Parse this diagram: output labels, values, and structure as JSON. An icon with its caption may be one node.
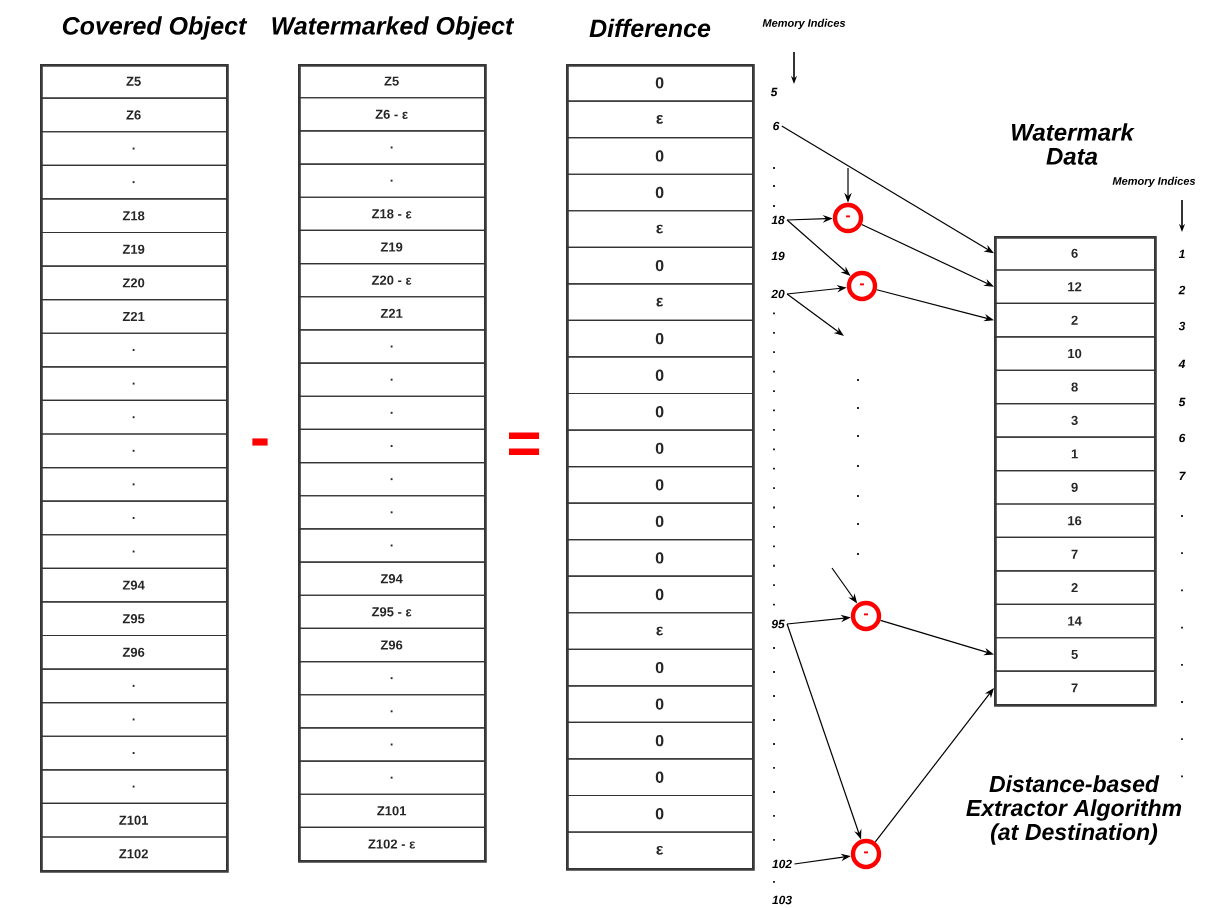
{
  "diagram": {
    "nodes": [
      {
        "text": [
          "Covered Object"
        ]
      },
      {
        "text": [
          "Z5"
        ],
        "in": 0
      },
      {
        "text": [
          "Z6"
        ],
        "in": 0
      },
      {
        "text": [
          "."
        ],
        "in": 0
      },
      {
        "text": [
          "."
        ],
        "in": 0
      },
      {
        "text": [
          "Z18"
        ],
        "in": 0
      },
      {
        "text": [
          "Z19"
        ],
        "in": 0
      },
      {
        "text": [
          "Z20"
        ],
        "in": 0
      },
      {
        "text": [
          "Z21"
        ],
        "in": 0
      },
      {
        "text": [
          "."
        ],
        "in": 0
      },
      {
        "text": [
          "."
        ],
        "in": 0
      },
      {
        "text": [
          "."
        ],
        "in": 0
      },
      {
        "text": [
          "."
        ],
        "in": 0
      },
      {
        "text": [
          "."
        ],
        "in": 0
      },
      {
        "text": [
          "."
        ],
        "in": 0
      },
      {
        "text": [
          "."
        ],
        "in": 0
      },
      {
        "text": [
          "Z94"
        ],
        "in": 0
      },
      {
        "text": [
          "Z95"
        ],
        "in": 0
      },
      {
        "text": [
          "Z96"
        ],
        "in": 0
      },
      {
        "text": [
          "."
        ],
        "in": 0
      },
      {
        "text": [
          "."
        ],
        "in": 0
      },
      {
        "text": [
          "."
        ],
        "in": 0
      },
      {
        "text": [
          "."
        ],
        "in": 0
      },
      {
        "text": [
          "Z101"
        ],
        "in": 0
      },
      {
        "text": [
          "Z102"
        ],
        "in": 0
      },
      {
        "text": [
          "Watermarked Object"
        ]
      },
      {
        "text": [
          "Z5"
        ],
        "in": 25
      },
      {
        "text": [
          "Z6 - ε"
        ],
        "in": 25
      },
      {
        "text": [
          "."
        ],
        "in": 25
      },
      {
        "text": [
          "."
        ],
        "in": 25
      },
      {
        "text": [
          "Z18 - ε"
        ],
        "in": 25
      },
      {
        "text": [
          "Z19"
        ],
        "in": 25
      },
      {
        "text": [
          "Z20 - ε"
        ],
        "in": 25
      },
      {
        "text": [
          "Z21"
        ],
        "in": 25
      },
      {
        "text": [
          "."
        ],
        "in": 25
      },
      {
        "text": [
          "."
        ],
        "in": 25
      },
      {
        "text": [
          "."
        ],
        "in": 25
      },
      {
        "text": [
          "."
        ],
        "in": 25
      },
      {
        "text": [
          "."
        ],
        "in": 25
      },
      {
        "text": [
          "."
        ],
        "in": 25
      },
      {
        "text": [
          "."
        ],
        "in": 25
      },
      {
        "text": [
          "Z94"
        ],
        "in": 25
      },
      {
        "text": [
          "Z95 - ε"
        ],
        "in": 25
      },
      {
        "text": [
          "Z96"
        ],
        "in": 25
      },
      {
        "text": [
          "."
        ],
        "in": 25
      },
      {
        "text": [
          "."
        ],
        "in": 25
      },
      {
        "text": [
          "."
        ],
        "in": 25
      },
      {
        "text": [
          "."
        ],
        "in": 25
      },
      {
        "text": [
          "Z101"
        ],
        "in": 25
      },
      {
        "text": [
          "Z102 - ε"
        ],
        "in": 25
      },
      {
        "text": [
          "Difference"
        ]
      },
      {
        "text": [
          "0"
        ],
        "in": 50
      },
      {
        "text": [
          "ε"
        ],
        "in": 50
      },
      {
        "text": [
          "0"
        ],
        "in": 50
      },
      {
        "text": [
          "0"
        ],
        "in": 50
      },
      {
        "text": [
          "ε"
        ],
        "in": 50
      },
      {
        "text": [
          "0"
        ],
        "in": 50
      },
      {
        "text": [
          "ε"
        ],
        "in": 50
      },
      {
        "text": [
          "0"
        ],
        "in": 50
      },
      {
        "text": [
          "0"
        ],
        "in": 50
      },
      {
        "text": [
          "0"
        ],
        "in": 50
      },
      {
        "text": [
          "0"
        ],
        "in": 50
      },
      {
        "text": [
          "0"
        ],
        "in": 50
      },
      {
        "text": [
          "0"
        ],
        "in": 50
      },
      {
        "text": [
          "0"
        ],
        "in": 50
      },
      {
        "text": [
          "0"
        ],
        "in": 50
      },
      {
        "text": [
          "ε"
        ],
        "in": 50
      },
      {
        "text": [
          "0"
        ],
        "in": 50
      },
      {
        "text": [
          "0"
        ],
        "in": 50
      },
      {
        "text": [
          "0"
        ],
        "in": 50
      },
      {
        "text": [
          "0"
        ],
        "in": 50
      },
      {
        "text": [
          "0"
        ],
        "in": 50
      },
      {
        "text": [
          "ε"
        ],
        "in": 50
      },
      {
        "text": [
          "6"
        ]
      },
      {
        "text": [
          "18"
        ]
      },
      {
        "text": [
          "20"
        ]
      },
      {
        "text": [
          "95"
        ]
      },
      {
        "text": [
          "102"
        ]
      },
      {
        "text": [
          "-"
        ]
      },
      {
        "text": [
          "-"
        ]
      },
      {
        "text": [
          "-"
        ]
      },
      {
        "text": [
          "-"
        ]
      },
      {
        "text": [],
        "shape": "box"
      },
      {
        "text": [
          "6"
        ],
        "in": 82
      },
      {
        "text": [
          "12"
        ],
        "in": 82
      },
      {
        "text": [
          "2"
        ],
        "in": 82
      },
      {
        "text": [
          "10"
        ],
        "in": 82
      },
      {
        "text": [
          "8"
        ],
        "in": 82
      },
      {
        "text": [
          "3"
        ],
        "in": 82
      },
      {
        "text": [
          "1"
        ],
        "in": 82
      },
      {
        "text": [
          "9"
        ],
        "in": 82
      },
      {
        "text": [
          "16"
        ],
        "in": 82
      },
      {
        "text": [
          "7"
        ],
        "in": 82
      },
      {
        "text": [
          "2"
        ],
        "in": 82
      },
      {
        "text": [
          "14"
        ],
        "in": 82
      },
      {
        "text": [
          "5"
        ],
        "in": 82
      },
      {
        "text": [
          "7"
        ],
        "in": 82
      }
    ],
    "edges": [
      {
        "from": 73,
        "to": 83,
        "arrow": "to"
      },
      {
        "from": null,
        "to": 78,
        "arrow": "to"
      },
      {
        "from": 74,
        "to": 78,
        "arrow": "to"
      },
      {
        "from": 74,
        "to": 79,
        "arrow": "to"
      },
      {
        "from": 78,
        "to": 84,
        "arrow": "to"
      },
      {
        "from": 75,
        "to": 79,
        "arrow": "to"
      },
      {
        "from": 75,
        "to": null,
        "arrow": "to"
      },
      {
        "from": 79,
        "to": 85,
        "arrow": "to"
      },
      {
        "from": null,
        "to": 80,
        "arrow": "to"
      },
      {
        "from": 76,
        "to": 80,
        "arrow": "to"
      },
      {
        "from": 76,
        "to": 81,
        "arrow": "to"
      },
      {
        "from": 80,
        "to": 95,
        "arrow": "to"
      },
      {
        "from": 77,
        "to": 81,
        "arrow": "to"
      },
      {
        "from": 81,
        "to": 96,
        "arrow": "to"
      }
    ],
    "labels": [
      "Memory Indices",
      "5",
      ".",
      ".",
      ".",
      "19",
      ".",
      ".",
      ".",
      ".",
      ".",
      ".",
      ".",
      ".",
      ".",
      ".",
      ".",
      ".",
      ".",
      ".",
      ".",
      ".",
      ".",
      ".",
      ".",
      ".",
      ".",
      ".",
      ".",
      ".",
      ".",
      ".",
      "103",
      "-",
      "=",
      "Memory Indices",
      "1",
      "2",
      "3",
      "4",
      "5",
      "6",
      "7",
      ".",
      ".",
      ".",
      ".",
      ".",
      ".",
      ".",
      ".",
      ".",
      ".",
      ".",
      ".",
      ".",
      ".",
      ".",
      "Distance-based Extractor Algorithm (at Destination)",
      "Watermark Data"
    ]
  }
}
